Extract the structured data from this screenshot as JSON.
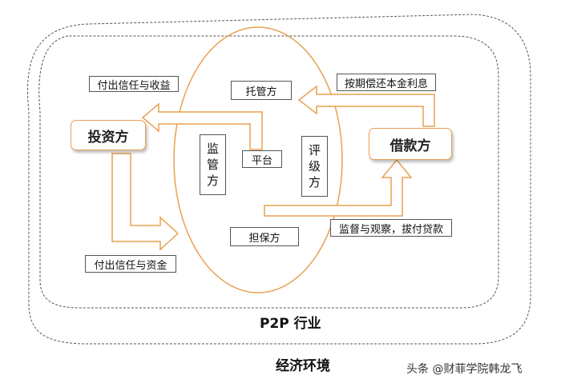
{
  "entities": {
    "investor": "投资方",
    "borrower": "借款方",
    "custodian": "托管方",
    "platform": "平台",
    "guarantor": "担保方",
    "regulator": "监管方",
    "rater": "评级方"
  },
  "flows": {
    "investor_trust_income": "付出信任与收益",
    "investor_trust_funds": "付出信任与资金",
    "repay_principal_interest": "按期偿还本金利息",
    "supervise_disburse": "监督与观察，拔付贷款"
  },
  "layers": {
    "industry": "P2P 行业",
    "economy": "经济环境"
  },
  "watermark": "头条 @财菲学院韩龙飞",
  "colors": {
    "arrow": "#e8a050",
    "border": "#555555"
  }
}
